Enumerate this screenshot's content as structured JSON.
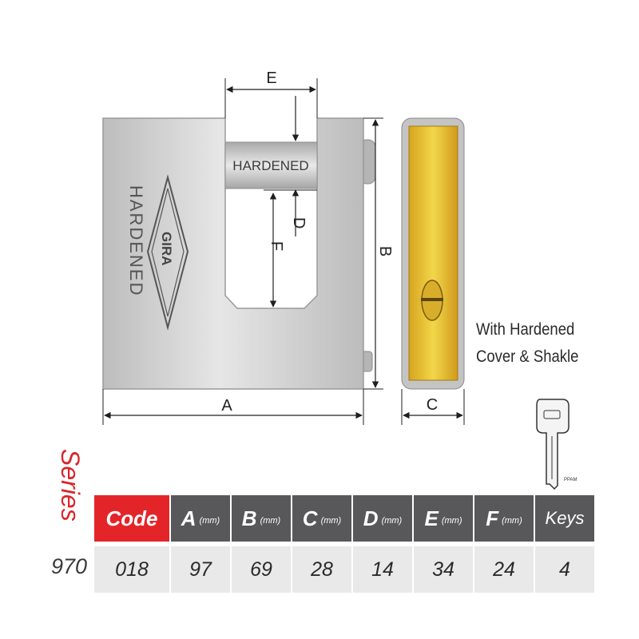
{
  "brand": "GIRA",
  "body_text": "HARDENED",
  "shackle_text": "HARDENED",
  "dimension_labels": {
    "a": "A",
    "b": "B",
    "c": "C",
    "d": "D",
    "e": "E",
    "f": "F"
  },
  "caption": {
    "line1": "With Hardened",
    "line2": "Cover & Shakle"
  },
  "key_tag": "PPAM",
  "series_label": "Series",
  "series_number": "970",
  "table": {
    "headers": [
      {
        "letter": "Code",
        "unit": ""
      },
      {
        "letter": "A",
        "unit": "(mm)"
      },
      {
        "letter": "B",
        "unit": "(mm)"
      },
      {
        "letter": "C",
        "unit": "(mm)"
      },
      {
        "letter": "D",
        "unit": "(mm)"
      },
      {
        "letter": "E",
        "unit": "(mm)"
      },
      {
        "letter": "F",
        "unit": "(mm)"
      },
      {
        "letter": "Keys",
        "unit": ""
      }
    ],
    "values": [
      "018",
      "97",
      "69",
      "28",
      "14",
      "34",
      "24",
      "4"
    ]
  },
  "colors": {
    "brass": "#e8c43a",
    "steel": "#c9c9c9",
    "header_gray": "#58585a",
    "code_red": "#e32529",
    "series_red": "#d9262b"
  }
}
